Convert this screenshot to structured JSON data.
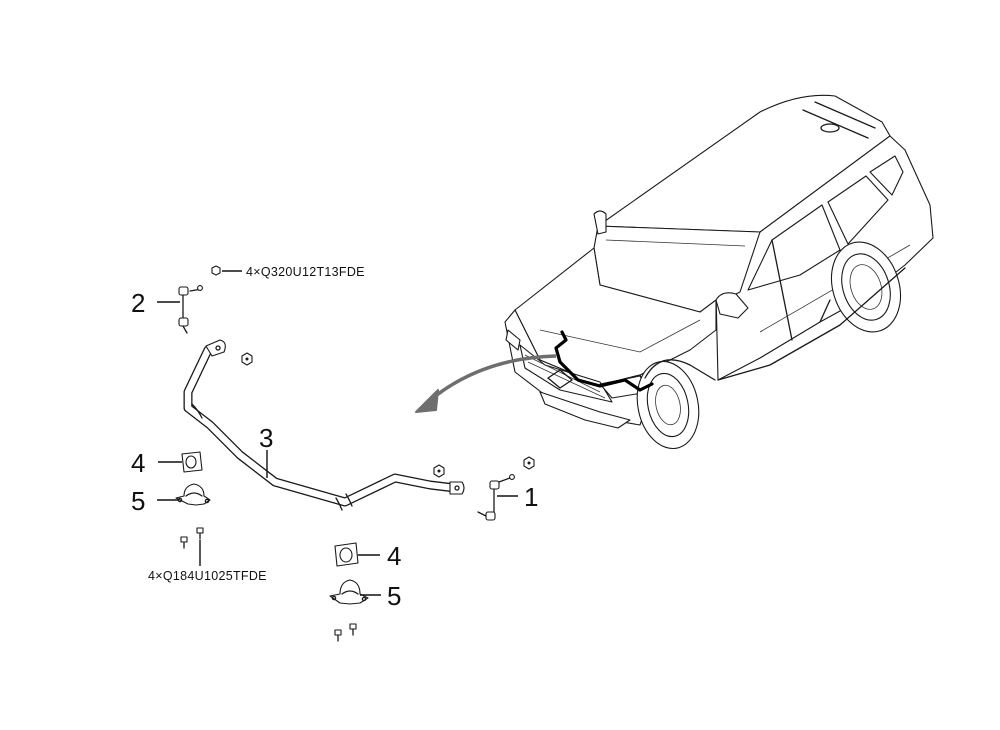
{
  "callouts": {
    "link_right": "1",
    "link_left": "2",
    "stabilizer_bar": "3",
    "bushing_left": "4",
    "bracket_left": "5",
    "bushing_center": "4",
    "bracket_center": "5"
  },
  "part_numbers": {
    "nut": "4×Q320U12T13FDE",
    "bolt": "4×Q184U1025TFDE"
  },
  "colors": {
    "line": "#1a1a1a",
    "arrow": "#6e6e6e",
    "highlight": "#000000"
  }
}
